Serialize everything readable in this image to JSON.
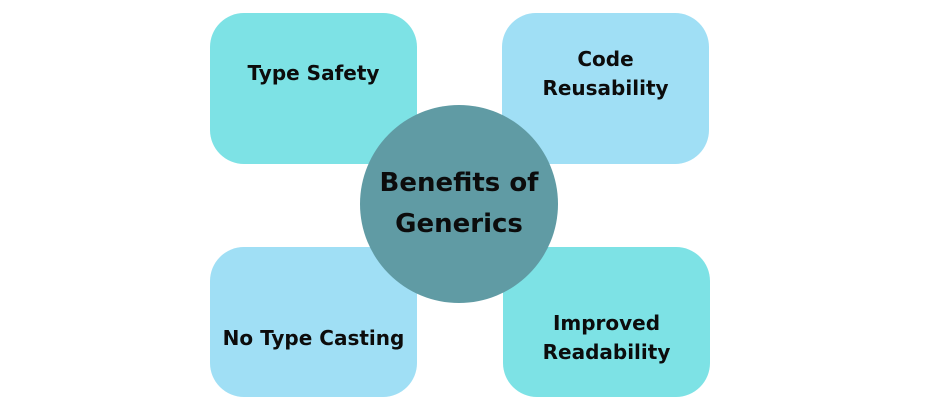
{
  "diagram": {
    "title": "Benefits of Generics",
    "center": {
      "lines": [
        "Benefits of",
        "Generics"
      ],
      "color": "#609ba4"
    },
    "boxes": {
      "top_left": {
        "label": "Type Safety",
        "color": "#7de2e5"
      },
      "top_right": {
        "label": "Code Reusability",
        "color": "#a0dff5"
      },
      "bottom_left": {
        "label": "No Type Casting",
        "color": "#a0dff5"
      },
      "bottom_right": {
        "label": "Improved Readability",
        "color": "#7de2e5"
      }
    },
    "colors": {
      "teal_box": "#7de2e5",
      "blue_box": "#a0dff5",
      "circle": "#609ba4",
      "text": "#0c0c0c",
      "background": "#ffffff"
    }
  }
}
